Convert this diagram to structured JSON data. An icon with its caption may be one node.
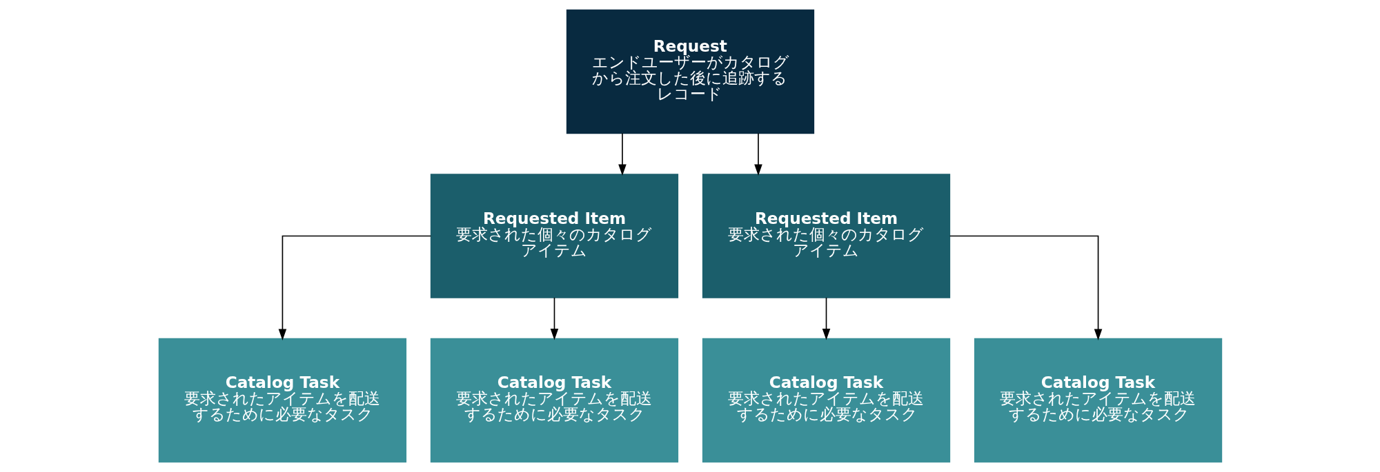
{
  "diagram": {
    "nodes": [
      {
        "text": [
          "Request",
          "エンドユーザーがカタログから注文した後に追跡するレコード"
        ]
      },
      {
        "text": [
          "Requested Item",
          "要求された個々のカタログアイテム"
        ]
      },
      {
        "text": [
          "Requested Item",
          "要求された個々のカタログアイテム"
        ]
      },
      {
        "text": [
          "Catalog Task",
          "要求されたアイテムを配送するために必要なタスク"
        ]
      },
      {
        "text": [
          "Catalog Task",
          "要求されたアイテムを配送するために必要なタスク"
        ]
      },
      {
        "text": [
          "Catalog Task",
          "要求されたアイテムを配送するために必要なタスク"
        ]
      },
      {
        "text": [
          "Catalog Task",
          "要求されたアイテムを配送するために必要なタスク"
        ]
      }
    ],
    "edges": [
      {
        "from": 0,
        "to": 1,
        "arrow": "to"
      },
      {
        "from": 0,
        "to": 2,
        "arrow": "to"
      },
      {
        "from": 1,
        "to": 3,
        "arrow": "to"
      },
      {
        "from": 1,
        "to": 4,
        "arrow": "to"
      },
      {
        "from": 2,
        "to": 5,
        "arrow": "to"
      },
      {
        "from": 2,
        "to": 6,
        "arrow": "to"
      }
    ]
  }
}
